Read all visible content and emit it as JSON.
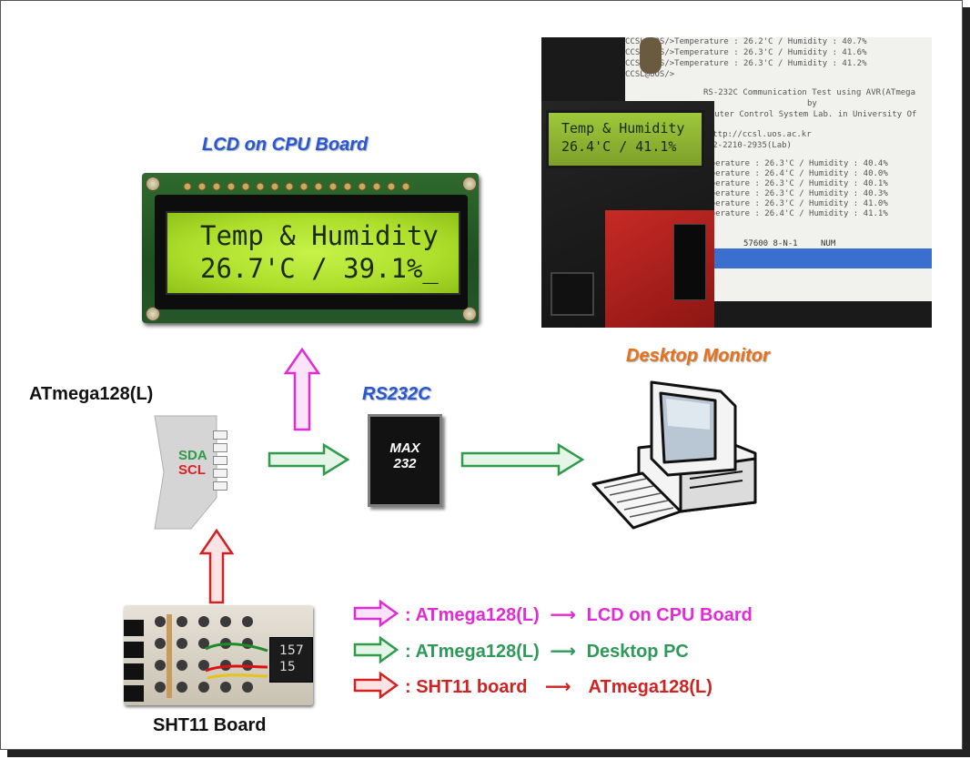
{
  "titles": {
    "lcd": "LCD on CPU Board",
    "desktop": "Desktop Monitor",
    "rs232": "RS232C",
    "mcu": "ATmega128(L)",
    "sht": "SHT11 Board"
  },
  "lcd_display": {
    "line1": "Temp & Humidity",
    "line2": "26.7'C / 39.1%_"
  },
  "chip_pins": {
    "sda": "SDA",
    "scl": "SCL"
  },
  "max232": {
    "line1": "MAX",
    "line2": "232"
  },
  "photo": {
    "lcd_line1": "Temp & Humidity",
    "lcd_line2": "26.4'C / 41.1%",
    "monitor_lines": [
      "CCSL@UOS/>Temperature : 26.2'C / Humidity : 40.7%",
      "CCSL@UOS/>Temperature : 26.3'C / Humidity : 41.6%",
      "CCSL@UOS/>Temperature : 26.3'C / Humidity : 41.2%",
      "CCSL@UOS/>",
      "RS-232C Communication Test using AVR(ATmega",
      "by",
      "omputer Control System Lab. in University Of",
      ": http://ccsl.uos.ac.kr",
      ": 02-2210-2935(Lab)",
      ">Temperature : 26.3'C / Humidity : 40.4%",
      ">Temperature : 26.4'C / Humidity : 40.0%",
      ">Temperature : 26.3'C / Humidity : 40.1%",
      ">Temperature : 26.3'C / Humidity : 40.3%",
      ">Temperature : 26.3'C / Humidity : 41.0%",
      ">Temperature : 26.4'C / Humidity : 41.1%"
    ],
    "status_text": "57600 8-N-1",
    "num_text": "NUM"
  },
  "sensor_label": {
    "line1": "157",
    "line2": "15"
  },
  "legend": [
    {
      "src": ": ATmega128(L)",
      "dst": "LCD on CPU Board"
    },
    {
      "src": ": ATmega128(L)",
      "dst": "Desktop PC"
    },
    {
      "src": ": SHT11 board",
      "dst": "ATmega128(L)"
    }
  ],
  "arrow_char": "⟶",
  "colors": {
    "magenta": "#e22bd6",
    "green": "#2e9a5a",
    "red": "#d12222",
    "blue_title": "#2a55d6",
    "orange_title": "#e8711a"
  }
}
